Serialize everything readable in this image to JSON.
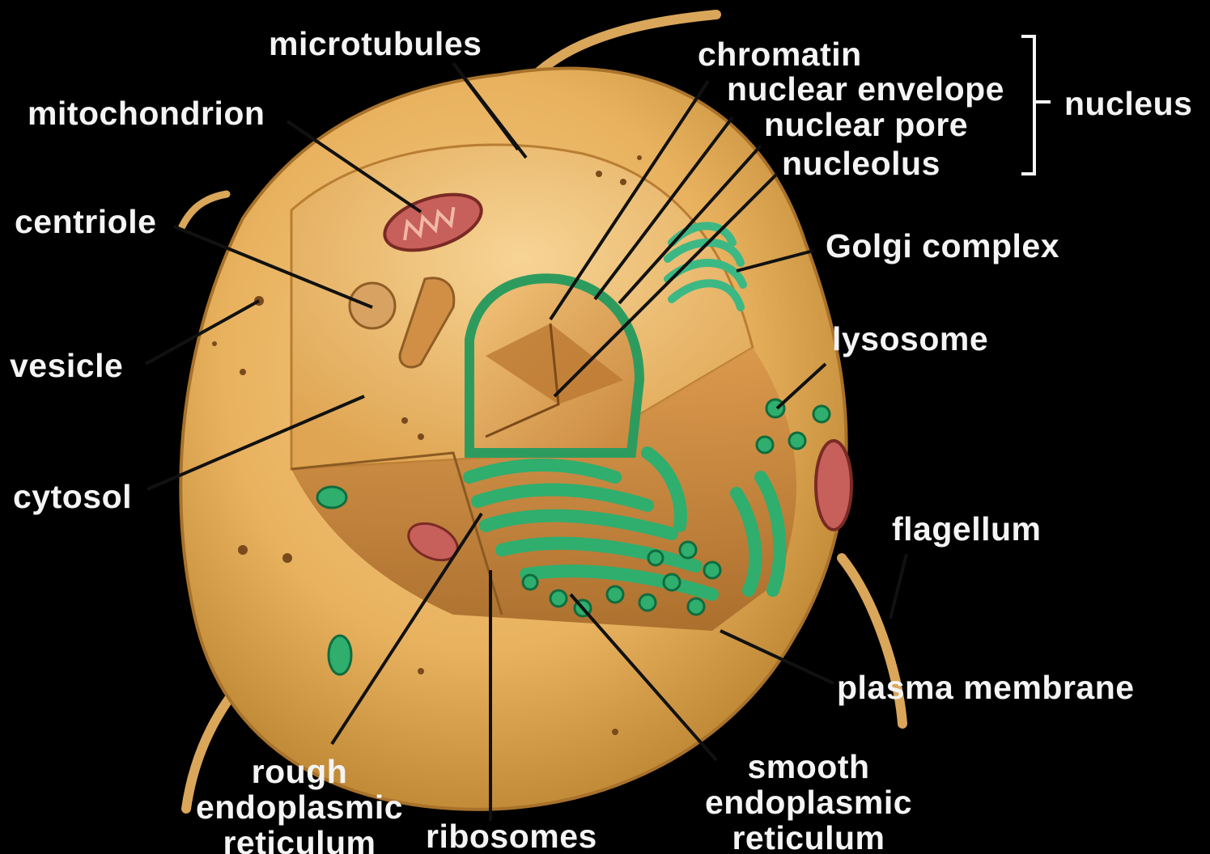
{
  "diagram": {
    "labels": {
      "microtubules": "microtubules",
      "mitochondrion": "mitochondrion",
      "centriole": "centriole",
      "vesicle": "vesicle",
      "cytosol": "cytosol",
      "chromatin": "chromatin",
      "nuclear_envelope": "nuclear envelope",
      "nuclear_pore": "nuclear pore",
      "nucleolus": "nucleolus",
      "nucleus": "nucleus",
      "golgi_complex": "Golgi complex",
      "lysosome": "lysosome",
      "flagellum": "flagellum",
      "plasma_membrane": "plasma membrane",
      "rough_er_1": "rough",
      "rough_er_2": "endoplasmic",
      "rough_er_3": "reticulum",
      "ribosomes": "ribosomes",
      "smooth_er_1": "smooth",
      "smooth_er_2": "endoplasmic",
      "smooth_er_3": "reticulum"
    },
    "colors": {
      "background": "#000000",
      "cytoplasm": "#e8b15e",
      "membrane": "#c98b3c",
      "er": "#2fae6e",
      "mitochondrion": "#c7605a",
      "label": "#f4f4f4",
      "leader_line": "#111111"
    }
  }
}
